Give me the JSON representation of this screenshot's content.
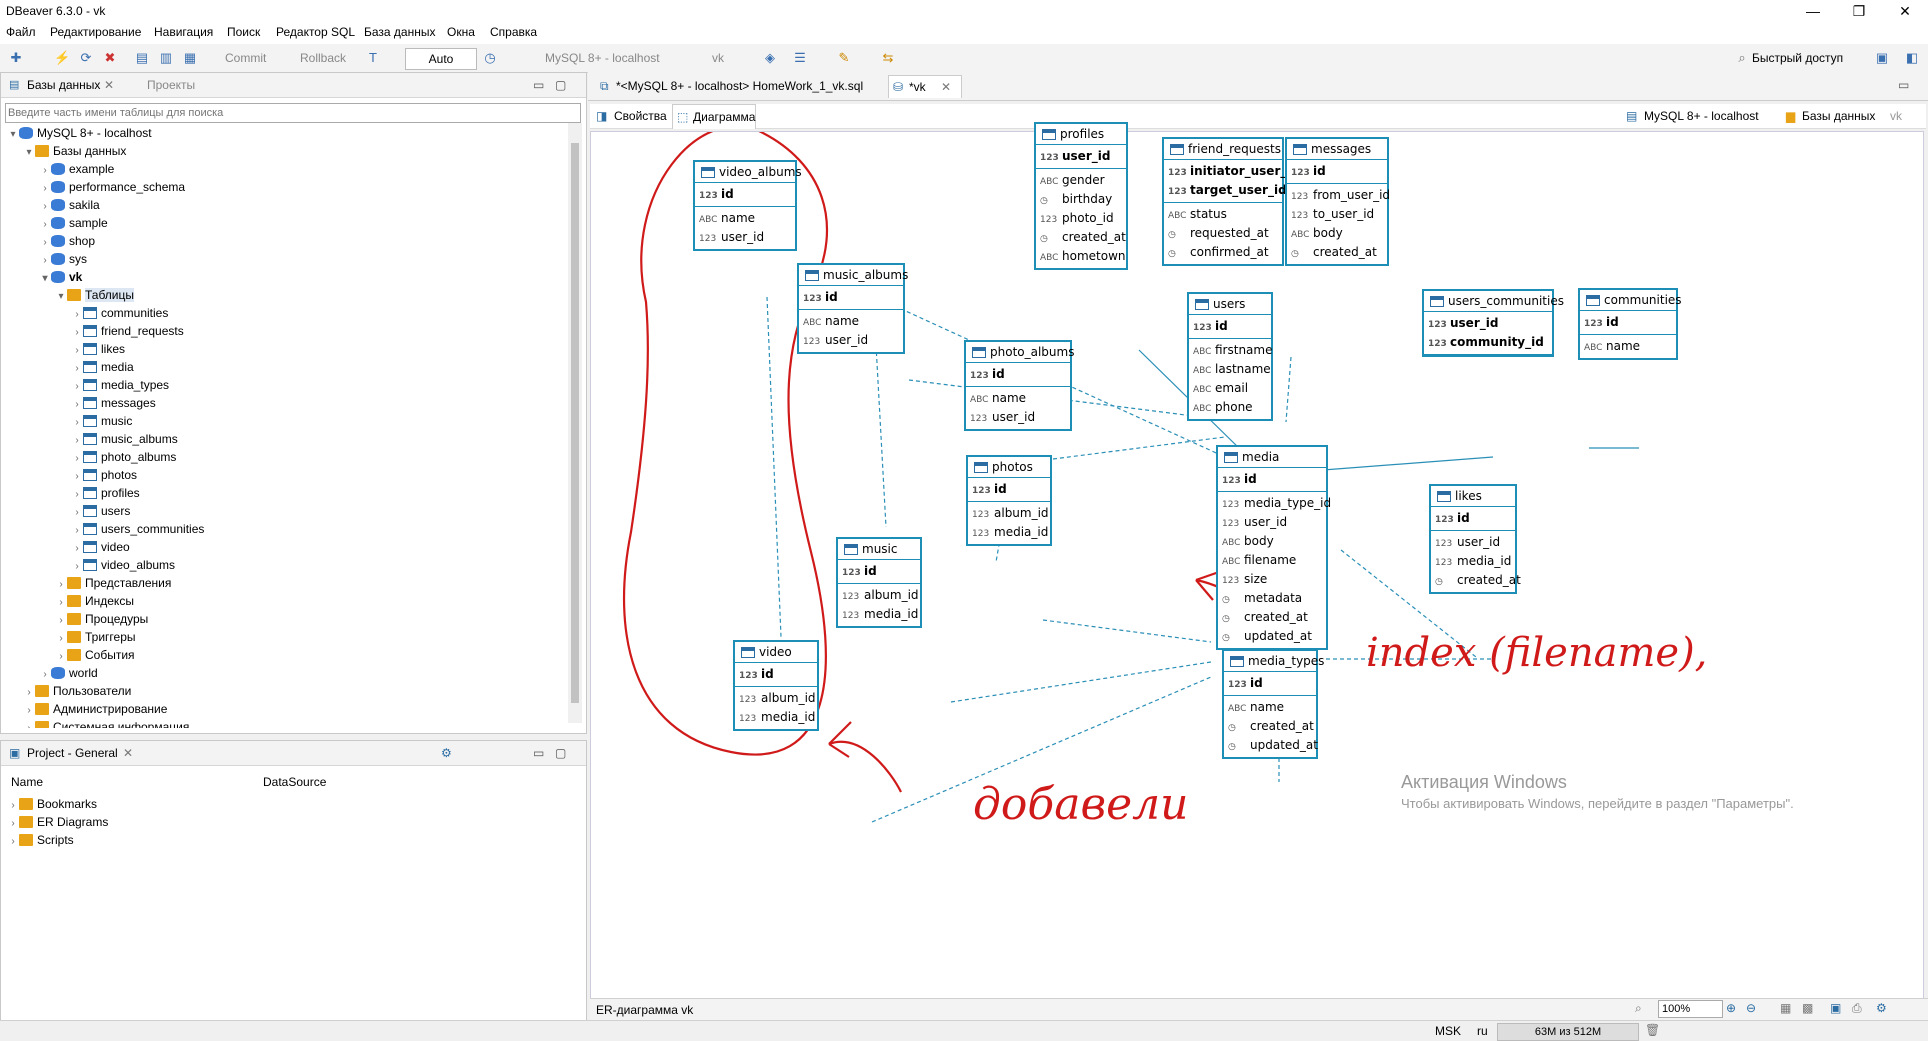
{
  "window": {
    "title": "DBeaver 6.3.0 - vk"
  },
  "menu": [
    "Файл",
    "Редактирование",
    "Навигация",
    "Поиск",
    "Редактор SQL",
    "База данных",
    "Окна",
    "Справка"
  ],
  "toolbar": {
    "commit": "Commit",
    "rollback": "Rollback",
    "mode": "Auto",
    "datasource": "MySQL 8+ - localhost",
    "schema": "vk",
    "quick_access": "Быстрый доступ"
  },
  "db_panel": {
    "tab1": "Базы данных",
    "tab2": "Проекты",
    "search_placeholder": "Введите часть имени таблицы для поиска",
    "connection": "MySQL 8+ - localhost",
    "databases_label": "Базы данных",
    "schemas": [
      "example",
      "performance_schema",
      "sakila",
      "sample",
      "shop",
      "sys"
    ],
    "vk": "vk",
    "tables_label": "Таблицы",
    "tables": [
      "communities",
      "friend_requests",
      "likes",
      "media",
      "media_types",
      "messages",
      "music",
      "music_albums",
      "photo_albums",
      "photos",
      "profiles",
      "users",
      "users_communities",
      "video",
      "video_albums"
    ],
    "folders": [
      "Представления",
      "Индексы",
      "Процедуры",
      "Триггеры",
      "События"
    ],
    "world": "world",
    "users": "Пользователи",
    "admin": "Администрирование",
    "sysinfo": "Системная информация"
  },
  "project_panel": {
    "title": "Project - General",
    "col_name": "Name",
    "col_datasource": "DataSource",
    "items": [
      "Bookmarks",
      "ER Diagrams",
      "Scripts"
    ]
  },
  "editor": {
    "tab1": "*<MySQL 8+ - localhost> HomeWork_1_vk.sql",
    "tab2": "*vk",
    "subtab1": "Свойства",
    "subtab2": "Диаграмма",
    "right_ds": "MySQL 8+ - localhost",
    "right_db": "Базы данных",
    "right_schema": "vk"
  },
  "entities": {
    "video_albums": {
      "name": "video_albums",
      "pk": [
        "id"
      ],
      "cols": [
        "name",
        "user_id"
      ]
    },
    "music_albums": {
      "name": "music_albums",
      "pk": [
        "id"
      ],
      "cols": [
        "name",
        "user_id"
      ]
    },
    "photo_albums": {
      "name": "photo_albums",
      "pk": [
        "id"
      ],
      "cols": [
        "name",
        "user_id"
      ]
    },
    "photos": {
      "name": "photos",
      "pk": [
        "id"
      ],
      "cols": [
        "album_id",
        "media_id"
      ]
    },
    "music": {
      "name": "music",
      "pk": [
        "id"
      ],
      "cols": [
        "album_id",
        "media_id"
      ]
    },
    "video": {
      "name": "video",
      "pk": [
        "id"
      ],
      "cols": [
        "album_id",
        "media_id"
      ]
    },
    "profiles": {
      "name": "profiles",
      "pk": [
        "user_id"
      ],
      "cols": [
        "gender",
        "birthday",
        "photo_id",
        "created_at",
        "hometown"
      ]
    },
    "friend_requests": {
      "name": "friend_requests",
      "pk": [
        "initiator_user_id",
        "target_user_id"
      ],
      "cols": [
        "status",
        "requested_at",
        "confirmed_at"
      ]
    },
    "messages": {
      "name": "messages",
      "pk": [
        "id"
      ],
      "cols": [
        "from_user_id",
        "to_user_id",
        "body",
        "created_at"
      ]
    },
    "users": {
      "name": "users",
      "pk": [
        "id"
      ],
      "cols": [
        "firstname",
        "lastname",
        "email",
        "phone"
      ]
    },
    "users_communities": {
      "name": "users_communities",
      "pk": [
        "user_id",
        "community_id"
      ],
      "cols": []
    },
    "communities": {
      "name": "communities",
      "pk": [
        "id"
      ],
      "cols": [
        "name"
      ]
    },
    "media": {
      "name": "media",
      "pk": [
        "id"
      ],
      "cols": [
        "media_type_id",
        "user_id",
        "body",
        "filename",
        "size",
        "metadata",
        "created_at",
        "updated_at"
      ]
    },
    "likes": {
      "name": "likes",
      "pk": [
        "id"
      ],
      "cols": [
        "user_id",
        "media_id",
        "created_at"
      ]
    },
    "media_types": {
      "name": "media_types",
      "pk": [
        "id"
      ],
      "cols": [
        "name",
        "created_at",
        "updated_at"
      ]
    }
  },
  "annotations": {
    "left_note": "добавели",
    "right_note": "index (filename),"
  },
  "watermark": {
    "line1": "Активация Windows",
    "line2": "Чтобы активировать Windows, перейдите в раздел \"Параметры\"."
  },
  "bottom": {
    "diagram_name": "ER-диаграмма vk",
    "zoom": "100%"
  },
  "status": {
    "tz": "MSK",
    "lang": "ru",
    "memory": "63M из 512M"
  },
  "colors": {
    "entity_border": "#1d8fb7",
    "annotation": "#d01a1a"
  }
}
